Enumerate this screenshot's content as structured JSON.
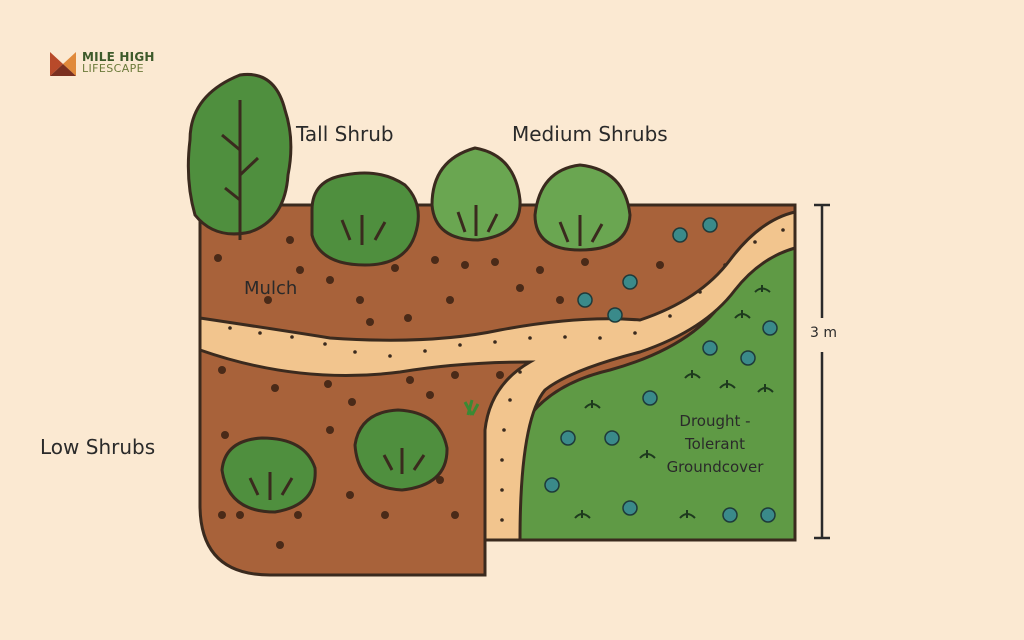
{
  "brand": {
    "line1": "MILE HIGH",
    "line2": "LIFESCAPE",
    "colors": {
      "accent_red": "#b84a2a",
      "accent_orange": "#e0893a",
      "accent_green": "#3d5a2a"
    }
  },
  "labels": {
    "tall_shrub": "Tall Shrub",
    "medium_shrubs": "Medium Shrubs",
    "mulch": "Mulch",
    "low_shrubs": "Low Shrubs",
    "groundcover_line1": "Drought -",
    "groundcover_line2": "Tolerant",
    "groundcover_line3": "Groundcover",
    "dimension": "3 m"
  },
  "colors": {
    "background": "#fbe9d2",
    "soil": "#a8623a",
    "path": "#f2c58e",
    "groundcover": "#5f9a45",
    "shrub_dark": "#4f8f3e",
    "shrub_light": "#6aa651",
    "outline": "#3a2a1e"
  }
}
